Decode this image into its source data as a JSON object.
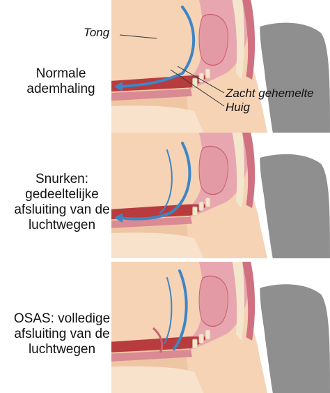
{
  "panels": [
    {
      "id": "normal",
      "caption_lines": [
        "Normale",
        "ademhaling"
      ]
    },
    {
      "id": "snoring",
      "caption_lines": [
        "Snurken:",
        "gedeeltelijke",
        "afsluiting van de",
        "luchtwegen"
      ]
    },
    {
      "id": "osas",
      "caption_lines": [
        "OSAS: volledige",
        "afsluiting van de",
        "luchtwegen"
      ]
    }
  ],
  "callouts": {
    "tongue": "Tong",
    "soft_palate": "Zacht gehemelte",
    "uvula": "Huig"
  },
  "colors": {
    "skin": "#f5d3b4",
    "hair": "#8f8f8f",
    "tissue": "#e29aa6",
    "tissue_dark": "#c9606f",
    "airway": "#b83b3e",
    "airflow": "#3d86c6",
    "bone": "#f3e6cc"
  }
}
